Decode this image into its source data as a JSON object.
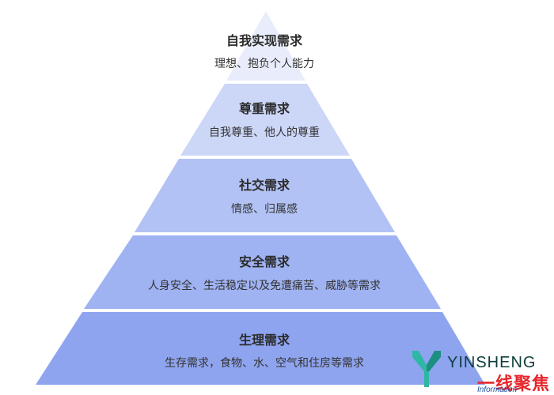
{
  "levels": [
    {
      "title": "自我实现需求",
      "desc": "理想、抱负个人能力",
      "color": "#e9edfb"
    },
    {
      "title": "尊重需求",
      "desc": "自我尊重、他人的尊重",
      "color": "#ccd6f7"
    },
    {
      "title": "社交需求",
      "desc": "情感、归属感",
      "color": "#b2c2f4"
    },
    {
      "title": "安全需求",
      "desc": "人身安全、生活稳定以及免遭痛苦、威胁等需求",
      "color": "#9fb2f2"
    },
    {
      "title": "生理需求",
      "desc": "生存需求，食物、水、空气和住房等需求",
      "color": "#8ea4ef"
    }
  ],
  "watermark": {
    "brand": "YINSHENG",
    "sub": "一线聚焦",
    "sub2": "Information"
  }
}
